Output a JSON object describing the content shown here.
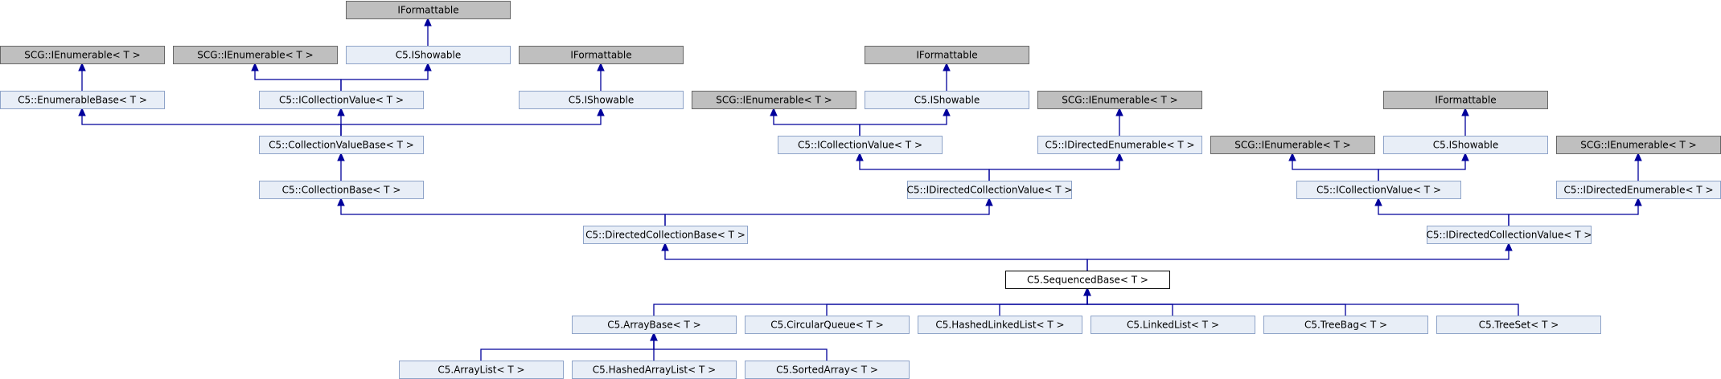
{
  "diagram": {
    "title": "",
    "nodes": [
      {
        "id": "iformattable_top",
        "label": "IFormattable",
        "style": "gray"
      },
      {
        "id": "scg_ienum_1",
        "label": "SCG::IEnumerable< T >",
        "style": "gray"
      },
      {
        "id": "scg_ienum_2",
        "label": "SCG::IEnumerable< T >",
        "style": "gray"
      },
      {
        "id": "ishowable_1",
        "label": "C5.IShowable",
        "style": "light"
      },
      {
        "id": "iformattable_2",
        "label": "IFormattable",
        "style": "gray"
      },
      {
        "id": "iformattable_3",
        "label": "IFormattable",
        "style": "gray"
      },
      {
        "id": "enumerablebase",
        "label": "C5::EnumerableBase< T >",
        "style": "light"
      },
      {
        "id": "icollectionvalue_1",
        "label": "C5::ICollectionValue< T >",
        "style": "light"
      },
      {
        "id": "ishowable_2",
        "label": "C5.IShowable",
        "style": "light"
      },
      {
        "id": "scg_ienum_3",
        "label": "SCG::IEnumerable< T >",
        "style": "gray"
      },
      {
        "id": "ishowable_3",
        "label": "C5.IShowable",
        "style": "light"
      },
      {
        "id": "scg_ienum_4",
        "label": "SCG::IEnumerable< T >",
        "style": "gray"
      },
      {
        "id": "iformattable_4",
        "label": "IFormattable",
        "style": "gray"
      },
      {
        "id": "collectionvaluebase",
        "label": "C5::CollectionValueBase< T >",
        "style": "light"
      },
      {
        "id": "icollectionvalue_2",
        "label": "C5::ICollectionValue< T >",
        "style": "light"
      },
      {
        "id": "idirectedenumerable_1",
        "label": "C5::IDirectedEnumerable< T >",
        "style": "light"
      },
      {
        "id": "scg_ienum_5",
        "label": "SCG::IEnumerable< T >",
        "style": "gray"
      },
      {
        "id": "ishowable_4",
        "label": "C5.IShowable",
        "style": "light"
      },
      {
        "id": "scg_ienum_6",
        "label": "SCG::IEnumerable< T >",
        "style": "gray"
      },
      {
        "id": "collectionbase",
        "label": "C5::CollectionBase< T >",
        "style": "light"
      },
      {
        "id": "idirectedcollectionvalue_1",
        "label": "C5::IDirectedCollectionValue< T >",
        "style": "light"
      },
      {
        "id": "icollectionvalue_3",
        "label": "C5::ICollectionValue< T >",
        "style": "light"
      },
      {
        "id": "idirectedenumerable_2",
        "label": "C5::IDirectedEnumerable< T >",
        "style": "light"
      },
      {
        "id": "directedcollectionbase",
        "label": "C5::DirectedCollectionBase< T >",
        "style": "light"
      },
      {
        "id": "idirectedcollectionvalue_2",
        "label": "C5::IDirectedCollectionValue< T >",
        "style": "light"
      },
      {
        "id": "sequencedbase",
        "label": "C5.SequencedBase< T >",
        "style": "current"
      },
      {
        "id": "arraybase",
        "label": "C5.ArrayBase< T >",
        "style": "light"
      },
      {
        "id": "circularqueue",
        "label": "C5.CircularQueue< T >",
        "style": "light"
      },
      {
        "id": "hashedlinkedlist",
        "label": "C5.HashedLinkedList< T >",
        "style": "light"
      },
      {
        "id": "linkedlist",
        "label": "C5.LinkedList< T >",
        "style": "light"
      },
      {
        "id": "treebag",
        "label": "C5.TreeBag< T >",
        "style": "light"
      },
      {
        "id": "treeset",
        "label": "C5.TreeSet< T >",
        "style": "light"
      },
      {
        "id": "arraylist",
        "label": "C5.ArrayList< T >",
        "style": "light"
      },
      {
        "id": "hashedarraylist",
        "label": "C5.HashedArrayList< T >",
        "style": "light"
      },
      {
        "id": "sortedarray",
        "label": "C5.SortedArray< T >",
        "style": "light"
      }
    ],
    "edges": [
      {
        "from": "ishowable_1",
        "to": "iformattable_top"
      },
      {
        "from": "enumerablebase",
        "to": "scg_ienum_1"
      },
      {
        "from": "icollectionvalue_1",
        "to": "scg_ienum_2"
      },
      {
        "from": "icollectionvalue_1",
        "to": "ishowable_1"
      },
      {
        "from": "ishowable_2",
        "to": "iformattable_2"
      },
      {
        "from": "collectionvaluebase",
        "to": "enumerablebase"
      },
      {
        "from": "collectionvaluebase",
        "to": "icollectionvalue_1"
      },
      {
        "from": "collectionvaluebase",
        "to": "ishowable_2"
      },
      {
        "from": "collectionbase",
        "to": "collectionvaluebase"
      },
      {
        "from": "ishowable_3",
        "to": "iformattable_3"
      },
      {
        "from": "icollectionvalue_2",
        "to": "scg_ienum_3"
      },
      {
        "from": "icollectionvalue_2",
        "to": "ishowable_3"
      },
      {
        "from": "idirectedenumerable_1",
        "to": "scg_ienum_4"
      },
      {
        "from": "idirectedcollectionvalue_1",
        "to": "icollectionvalue_2"
      },
      {
        "from": "idirectedcollectionvalue_1",
        "to": "idirectedenumerable_1"
      },
      {
        "from": "directedcollectionbase",
        "to": "collectionbase"
      },
      {
        "from": "directedcollectionbase",
        "to": "idirectedcollectionvalue_1"
      },
      {
        "from": "ishowable_4",
        "to": "iformattable_4"
      },
      {
        "from": "icollectionvalue_3",
        "to": "scg_ienum_5"
      },
      {
        "from": "icollectionvalue_3",
        "to": "ishowable_4"
      },
      {
        "from": "idirectedenumerable_2",
        "to": "scg_ienum_6"
      },
      {
        "from": "idirectedcollectionvalue_2",
        "to": "icollectionvalue_3"
      },
      {
        "from": "idirectedcollectionvalue_2",
        "to": "idirectedenumerable_2"
      },
      {
        "from": "sequencedbase",
        "to": "directedcollectionbase"
      },
      {
        "from": "sequencedbase",
        "to": "idirectedcollectionvalue_2"
      },
      {
        "from": "arraybase",
        "to": "sequencedbase"
      },
      {
        "from": "circularqueue",
        "to": "sequencedbase"
      },
      {
        "from": "hashedlinkedlist",
        "to": "sequencedbase"
      },
      {
        "from": "linkedlist",
        "to": "sequencedbase"
      },
      {
        "from": "treebag",
        "to": "sequencedbase"
      },
      {
        "from": "treeset",
        "to": "sequencedbase"
      },
      {
        "from": "arraylist",
        "to": "arraybase"
      },
      {
        "from": "hashedarraylist",
        "to": "arraybase"
      },
      {
        "from": "sortedarray",
        "to": "arraybase"
      }
    ]
  }
}
